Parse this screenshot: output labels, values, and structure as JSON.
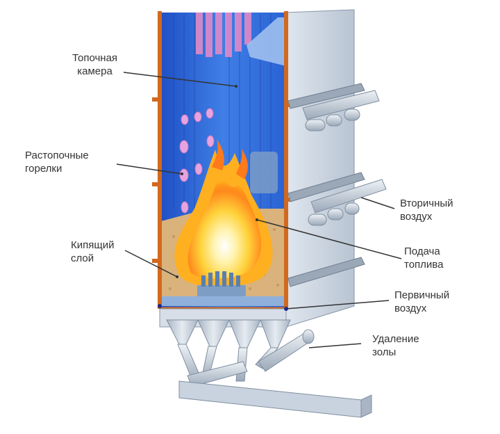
{
  "labels": {
    "furnace_chamber": [
      "Топочная",
      "камера"
    ],
    "ignition_burners": [
      "Растопочные",
      "горелки"
    ],
    "fluidized_bed": [
      "Кипящий",
      "слой"
    ],
    "secondary_air": [
      "Вторичный",
      "воздух"
    ],
    "fuel_feed": [
      "Подача",
      "топлива"
    ],
    "primary_air": [
      "Первичный",
      "воздух"
    ],
    "ash_removal": [
      "Удаление",
      "золы"
    ]
  },
  "colors": {
    "frame": "#d2691e",
    "chamber_blue": "#2f6bd8",
    "wall_grey": "#c9d3df",
    "flame_yellow": "#ffe14a",
    "flame_orange": "#ff7a1a",
    "bed_sand": "#d9b27c",
    "burner_pink": "#e8a0d8"
  }
}
